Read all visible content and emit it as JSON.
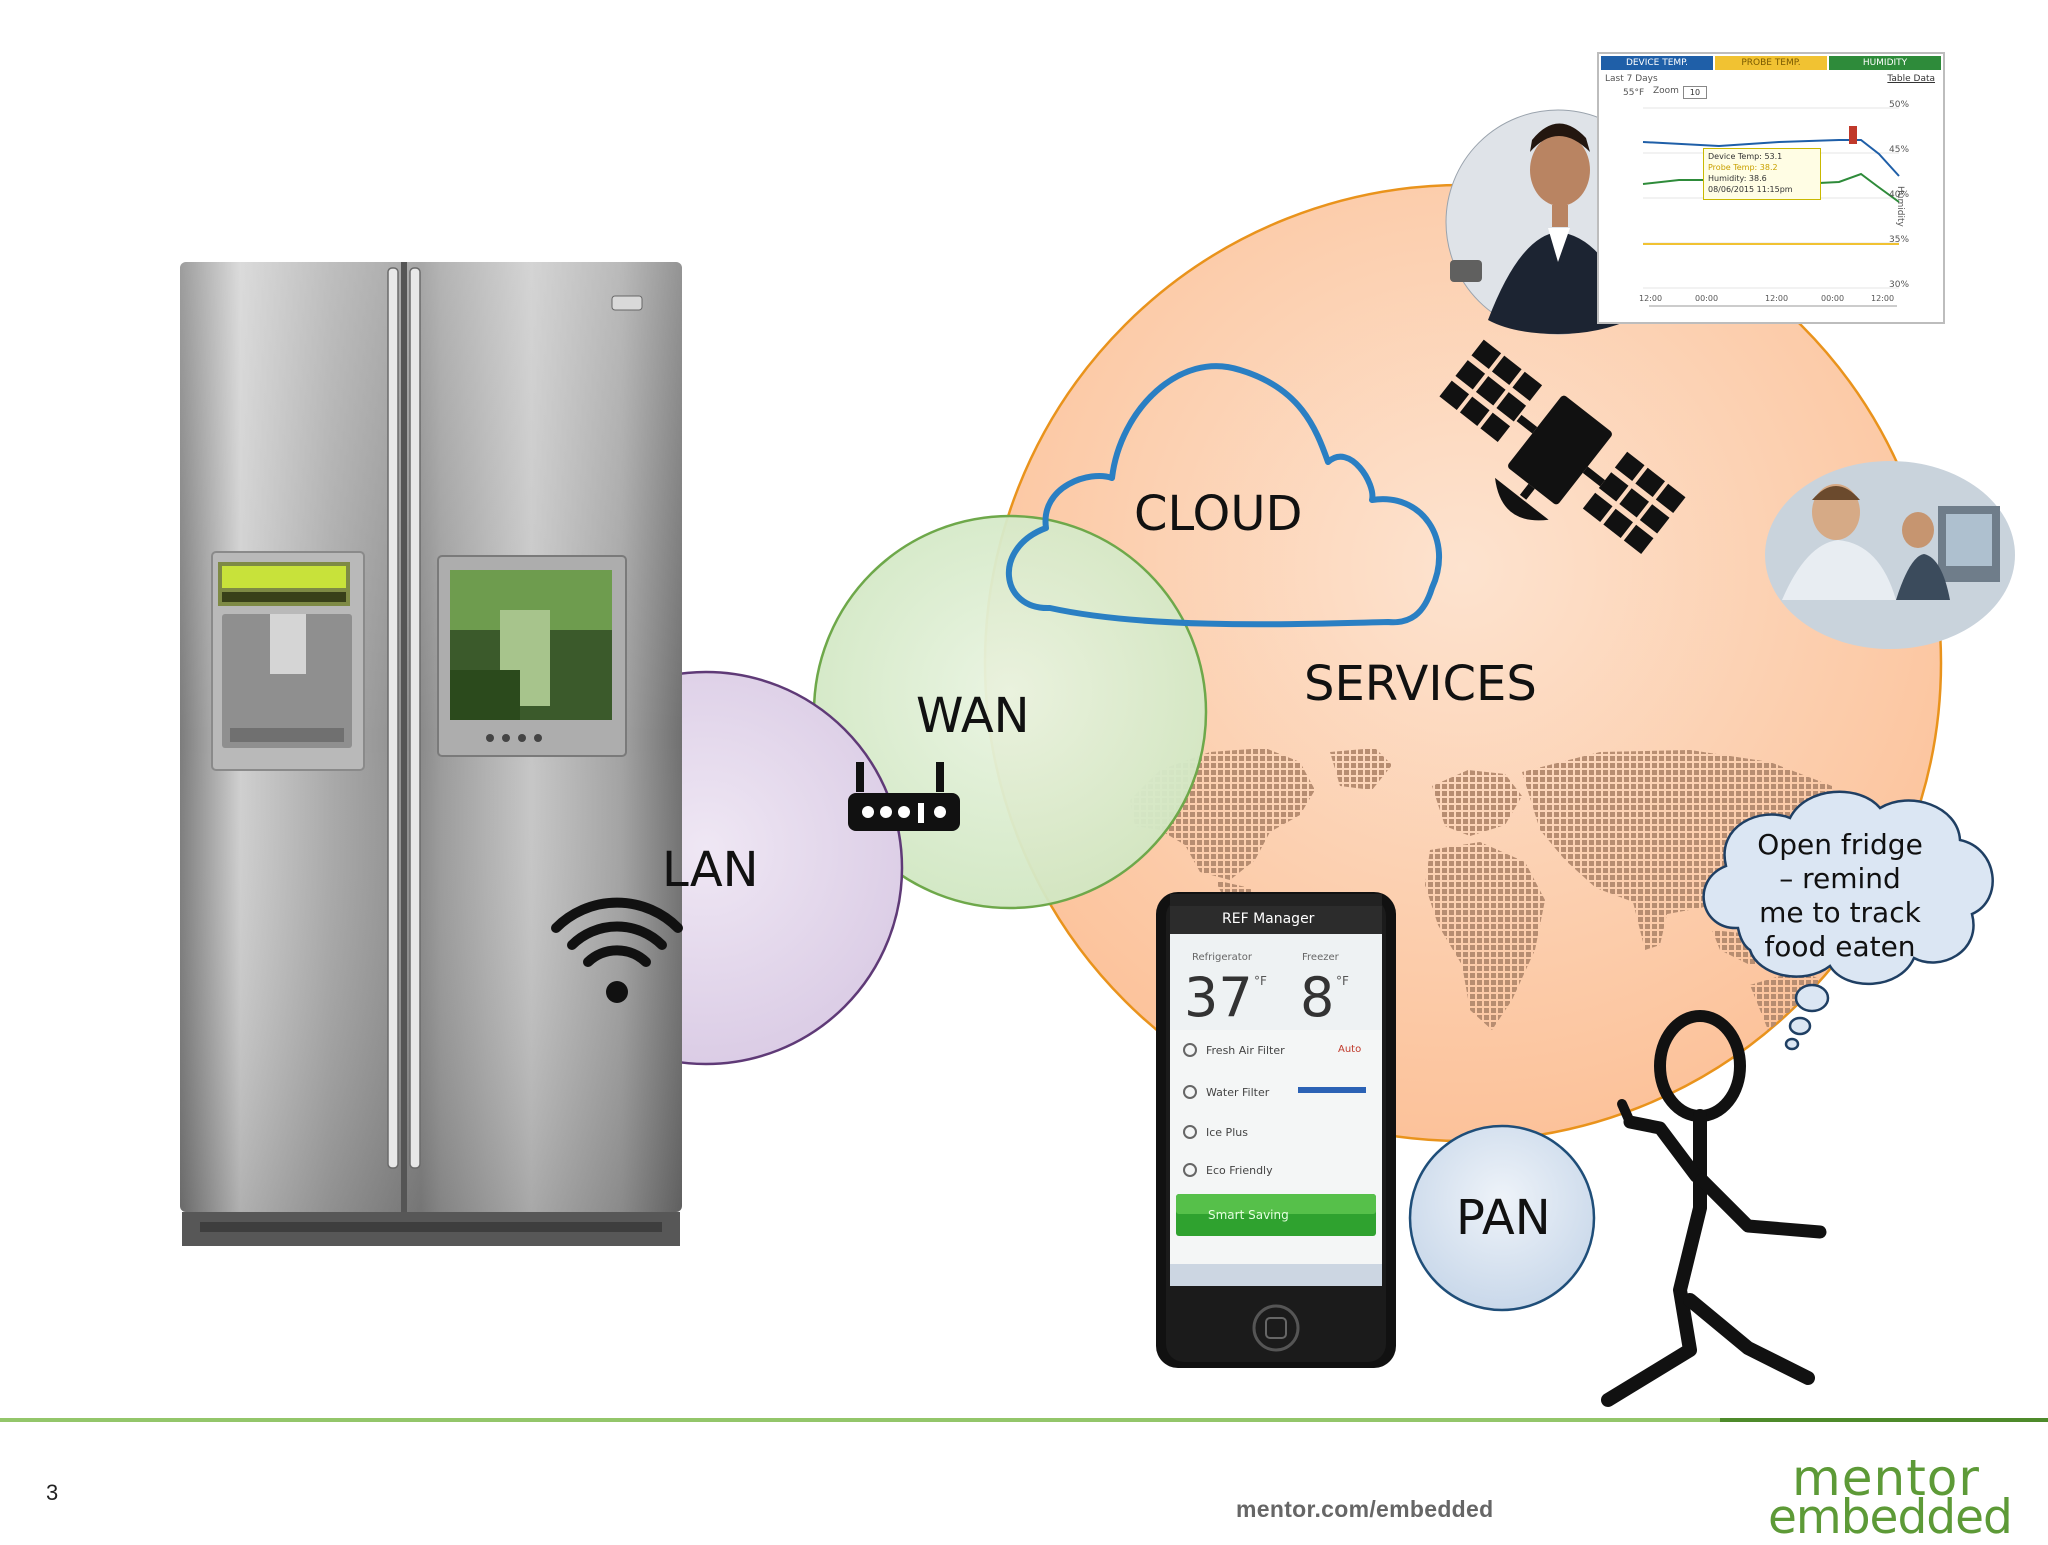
{
  "diagram": {
    "cloud_label": "CLOUD",
    "services_label": "SERVICES",
    "wan_label": "WAN",
    "lan_label": "LAN",
    "pan_label": "PAN",
    "thought_lines": [
      "Open fridge",
      "– remind",
      "me to track",
      "food eaten"
    ],
    "colors": {
      "services_fill": "#fdd0b0",
      "services_stroke": "#e9931c",
      "wan_fill": "#d7ebcc",
      "wan_stroke": "#6ea84a",
      "lan_fill": "#e2d6ea",
      "lan_stroke": "#5f3a77",
      "pan_fill": "#d7e3f0",
      "pan_stroke": "#1f4e79",
      "cloud_stroke": "#2a7fc3"
    },
    "icons": [
      "wifi-icon",
      "router-icon",
      "satellite-icon",
      "world-map",
      "stick-figure"
    ]
  },
  "phone": {
    "title": "REF Manager",
    "fridge_label": "Refrigerator",
    "freezer_label": "Freezer",
    "fridge_temp": "37",
    "freezer_temp": "8",
    "unit": "°F",
    "rows": [
      "Fresh Air Filter",
      "Water Filter",
      "Ice Plus",
      "Eco Friendly"
    ],
    "fresh_air_value": "Auto",
    "button_label": "Smart Saving"
  },
  "chart_panel": {
    "tabs": [
      "DEVICE TEMP.",
      "PROBE TEMP.",
      "HUMIDITY"
    ],
    "period": "Last 7 Days",
    "table_link": "Table Data",
    "value": "55°F",
    "zoom_label": "Zoom",
    "zoom_value": "10",
    "tooltip": [
      "Device Temp: 53.1",
      "Probe Temp: 38.2",
      "Humidity: 38.6",
      "08/06/2015 11:15pm"
    ],
    "ytick_labels": [
      "50%",
      "45%",
      "40%",
      "35%",
      "30%"
    ],
    "xtick_labels": [
      "12:00",
      "00:00",
      "12:00",
      "00:00",
      "12:00"
    ],
    "ylabel": "Humidity"
  },
  "footer": {
    "page_number": "3",
    "url": "mentor.com/embedded",
    "logo_line1": "mentor",
    "logo_line2": "embedded"
  }
}
